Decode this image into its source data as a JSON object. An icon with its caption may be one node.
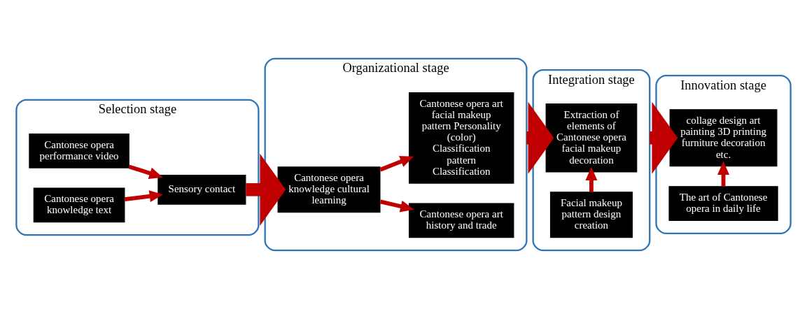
{
  "diagram": {
    "nodes": [
      {
        "text": [
          "Selection stage"
        ]
      },
      {
        "text": [
          "Cantonese opera performance video"
        ],
        "in": 0
      },
      {
        "text": [
          "Cantonese opera knowledge text"
        ],
        "in": 0
      },
      {
        "text": [
          "Sensory contact"
        ],
        "in": 0
      },
      {
        "text": [
          "Organizational stage"
        ]
      },
      {
        "text": [
          "Cantonese opera knowledge cultural learning"
        ],
        "in": 4
      },
      {
        "text": [
          "Cantonese opera art history and trade"
        ],
        "in": 4
      },
      {
        "text": [
          "Cantonese opera art facial makeup pattern Personality (color) Classification pattern Classification"
        ],
        "in": 4
      },
      {
        "text": [
          "Integration stage"
        ]
      },
      {
        "text": [
          "Facial makeup pattern design creation"
        ],
        "in": 8
      },
      {
        "text": [
          "Extraction of elements of Cantonese opera facial makeup decoration"
        ],
        "in": 8
      },
      {
        "text": [
          "Innovation stage"
        ]
      },
      {
        "text": [
          "The art of Cantonese opera in daily life"
        ],
        "in": 11
      },
      {
        "text": [
          "collage design art painting 3D printing furniture decoration etc."
        ],
        "in": 11
      }
    ],
    "edges": [
      {
        "from": 1,
        "to": 3,
        "arrow": "to"
      },
      {
        "from": 2,
        "to": 3,
        "arrow": "to"
      },
      {
        "from": 3,
        "to": 5,
        "arrow": "to",
        "style": "thick"
      },
      {
        "from": 5,
        "to": 6,
        "arrow": "to"
      },
      {
        "from": 5,
        "to": 7,
        "arrow": "to"
      },
      {
        "from": 4,
        "to": 10,
        "arrow": "to",
        "style": "thick"
      },
      {
        "from": 9,
        "to": 10,
        "arrow": "to"
      },
      {
        "from": 8,
        "to": 13,
        "arrow": "to",
        "style": "thick"
      },
      {
        "from": 12,
        "to": 13,
        "arrow": "to"
      }
    ]
  }
}
